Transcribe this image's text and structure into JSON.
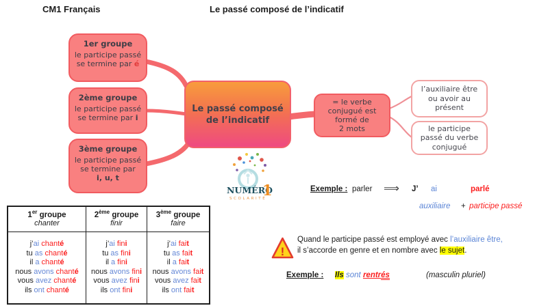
{
  "header": {
    "course": "CM1 Français",
    "title": "Le passé composé de l’indicatif"
  },
  "map": {
    "center_label": "Le passé composé de l’indicatif",
    "groups": [
      {
        "title": "1er groupe",
        "body": [
          {
            "t": "le participe passé se termine par "
          },
          {
            "t": "é",
            "c": "red-end"
          }
        ]
      },
      {
        "title": "2ème groupe",
        "body": [
          {
            "t": "le participe passé se termine par "
          },
          {
            "t": "i",
            "c": "gend"
          }
        ]
      },
      {
        "title": "3ème groupe",
        "body": [
          {
            "t": "le participe passé se termine par\n"
          },
          {
            "t": "i, u, t",
            "c": "gend"
          }
        ]
      }
    ],
    "definition": "= le verbe conjugué est formé de\n2 mots",
    "components": [
      "l’auxiliaire être ou avoir au présent",
      "le participe passé du verbe conjugué"
    ]
  },
  "logo": {
    "brand": "NUMÉRO",
    "one": "1",
    "tagline": "SCOLARITÉ"
  },
  "example": {
    "label": "Exemple :",
    "infinitive": "parler",
    "arrow": "⟹",
    "subject": "J’",
    "auxiliary": "ai",
    "participle": "parlé",
    "caption_auxiliary": "auxiliaire",
    "plus": "+",
    "caption_participle": "participe passé"
  },
  "table": {
    "columns": [
      {
        "header": [
          {
            "t": "1",
            "c": "b"
          },
          {
            "t": "er",
            "c": "b sup"
          },
          {
            "t": " groupe",
            "c": "b"
          }
        ],
        "verb": "chanter",
        "lines": [
          [
            {
              "t": "j’"
            },
            {
              "t": "ai",
              "c": "blu"
            },
            {
              "t": " "
            },
            {
              "t": "chant",
              "c": "red"
            },
            {
              "t": "é",
              "c": "red b"
            }
          ],
          [
            {
              "t": "tu "
            },
            {
              "t": "as",
              "c": "blu"
            },
            {
              "t": " "
            },
            {
              "t": "chant",
              "c": "red"
            },
            {
              "t": "é",
              "c": "red b"
            }
          ],
          [
            {
              "t": "il "
            },
            {
              "t": "a",
              "c": "blu"
            },
            {
              "t": " "
            },
            {
              "t": "chant",
              "c": "red"
            },
            {
              "t": "é",
              "c": "red b"
            }
          ],
          [
            {
              "t": "nous "
            },
            {
              "t": "avons",
              "c": "blu"
            },
            {
              "t": " "
            },
            {
              "t": "chant",
              "c": "red"
            },
            {
              "t": "é",
              "c": "red b"
            }
          ],
          [
            {
              "t": "vous "
            },
            {
              "t": "avez",
              "c": "blu"
            },
            {
              "t": " "
            },
            {
              "t": "chant",
              "c": "red"
            },
            {
              "t": "é",
              "c": "red b"
            }
          ],
          [
            {
              "t": "ils "
            },
            {
              "t": "ont",
              "c": "blu"
            },
            {
              "t": " "
            },
            {
              "t": "chant",
              "c": "red"
            },
            {
              "t": "é",
              "c": "red b"
            }
          ]
        ]
      },
      {
        "header": [
          {
            "t": "2",
            "c": "b"
          },
          {
            "t": "ème",
            "c": "b sup"
          },
          {
            "t": " groupe",
            "c": "b"
          }
        ],
        "verb": "finir",
        "lines": [
          [
            {
              "t": "j’"
            },
            {
              "t": "ai",
              "c": "blu"
            },
            {
              "t": " "
            },
            {
              "t": "fin",
              "c": "red"
            },
            {
              "t": "i",
              "c": "red b"
            }
          ],
          [
            {
              "t": "tu "
            },
            {
              "t": "as",
              "c": "blu"
            },
            {
              "t": " "
            },
            {
              "t": "fin",
              "c": "red"
            },
            {
              "t": "i",
              "c": "red b"
            }
          ],
          [
            {
              "t": "il "
            },
            {
              "t": "a",
              "c": "blu"
            },
            {
              "t": " "
            },
            {
              "t": "fin",
              "c": "red"
            },
            {
              "t": "i",
              "c": "red b"
            }
          ],
          [
            {
              "t": "nous "
            },
            {
              "t": "avons",
              "c": "blu"
            },
            {
              "t": " "
            },
            {
              "t": "fin",
              "c": "red"
            },
            {
              "t": "i",
              "c": "red b"
            }
          ],
          [
            {
              "t": "vous "
            },
            {
              "t": "avez",
              "c": "blu"
            },
            {
              "t": " "
            },
            {
              "t": "fin",
              "c": "red"
            },
            {
              "t": "i",
              "c": "red b"
            }
          ],
          [
            {
              "t": "ils "
            },
            {
              "t": "ont",
              "c": "blu"
            },
            {
              "t": " "
            },
            {
              "t": "fin",
              "c": "red"
            },
            {
              "t": "i",
              "c": "red b"
            }
          ]
        ]
      },
      {
        "header": [
          {
            "t": "3",
            "c": "b"
          },
          {
            "t": "ème",
            "c": "b sup"
          },
          {
            "t": " groupe",
            "c": "b"
          }
        ],
        "verb": "faire",
        "lines": [
          [
            {
              "t": "j’"
            },
            {
              "t": "ai",
              "c": "blu"
            },
            {
              "t": " "
            },
            {
              "t": "fai",
              "c": "red"
            },
            {
              "t": "t",
              "c": "red b"
            }
          ],
          [
            {
              "t": "tu "
            },
            {
              "t": "as",
              "c": "blu"
            },
            {
              "t": " "
            },
            {
              "t": "fai",
              "c": "red"
            },
            {
              "t": "t",
              "c": "red b"
            }
          ],
          [
            {
              "t": "il "
            },
            {
              "t": "a",
              "c": "blu"
            },
            {
              "t": " "
            },
            {
              "t": "fai",
              "c": "red"
            },
            {
              "t": "t",
              "c": "red b"
            }
          ],
          [
            {
              "t": "nous "
            },
            {
              "t": "avons",
              "c": "blu"
            },
            {
              "t": " "
            },
            {
              "t": "fai",
              "c": "red"
            },
            {
              "t": "t",
              "c": "red b"
            }
          ],
          [
            {
              "t": "vous "
            },
            {
              "t": "avez",
              "c": "blu"
            },
            {
              "t": " "
            },
            {
              "t": "fai",
              "c": "red"
            },
            {
              "t": "t",
              "c": "red b"
            }
          ],
          [
            {
              "t": "ils "
            },
            {
              "t": "ont",
              "c": "blu"
            },
            {
              "t": " "
            },
            {
              "t": "fai",
              "c": "red"
            },
            {
              "t": "t",
              "c": "red b"
            }
          ]
        ]
      }
    ]
  },
  "note": {
    "line1": [
      {
        "t": "Quand le participe passé est employé avec "
      },
      {
        "t": "l’auxiliaire être,",
        "c": "blue"
      }
    ],
    "line2": [
      {
        "t": "il s’accorde en genre et en nombre avec "
      },
      {
        "t": "le sujet",
        "c": "hl"
      },
      {
        "t": "."
      }
    ],
    "example_label": "Exemple :",
    "example": [
      {
        "t": "Ils",
        "c": "hl bi"
      },
      {
        "t": "  "
      },
      {
        "t": "sont",
        "c": "blue i"
      },
      {
        "t": " "
      },
      {
        "t": "rentr",
        "c": "red bi u"
      },
      {
        "t": "és",
        "c": "red bi u2"
      }
    ],
    "suffix": "(masculin pluriel)"
  },
  "colors": {
    "salmon_fill": "#f98080",
    "salmon_border": "#f15b60",
    "gradient_top": "#f89c3c",
    "gradient_bottom": "#ef4a81",
    "auxiliary_blue": "#5b85d6",
    "participle_red": "#fb1d1d",
    "highlight_yellow": "#ffff00",
    "warning_yellow": "#ffd21c",
    "warning_red": "#e23b2e"
  }
}
